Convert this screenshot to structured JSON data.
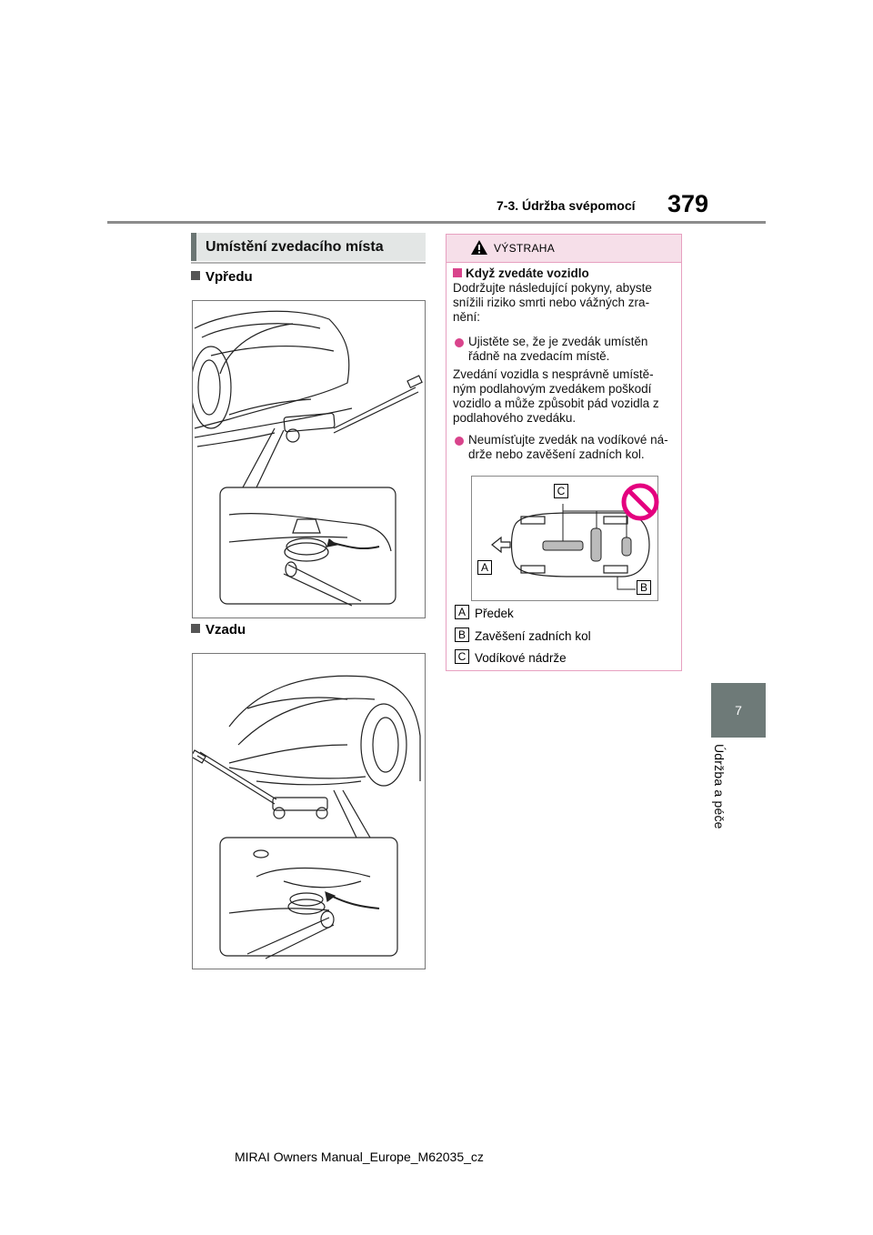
{
  "header": {
    "section": "7-3. Údržba svépomocí",
    "page_number": "379"
  },
  "side_tab": {
    "chapter": "7",
    "label": "Údržba a péče"
  },
  "section_title": "Umístění zvedacího místa",
  "front": {
    "heading": "Vpředu"
  },
  "rear": {
    "heading": "Vzadu"
  },
  "warning": {
    "title": "VÝSTRAHA",
    "subheading": "Když zvedáte vozidlo",
    "intro": "Dodržujte následující pokyny, abyste snížili riziko smrti nebo vážných zra-nění:",
    "bullet1": "Ujistěte se, že je zvedák umístěn řádně na zvedacím místě.",
    "para2": "Zvedání vozidla s nesprávně umístě-ným podlahovým zvedákem poškodí vozidlo a může způsobit pád vozidla z podlahového zvedáku.",
    "bullet2": "Neumísťujte zvedák na vodíkové ná-drže nebo zavěšení zadních kol.",
    "diagram_labels": {
      "a": "A",
      "b": "B",
      "c": "C"
    },
    "legend": [
      {
        "key": "A",
        "text": "Předek"
      },
      {
        "key": "B",
        "text": "Zavěšení zadních kol"
      },
      {
        "key": "C",
        "text": "Vodíkové nádrže"
      }
    ]
  },
  "footer": "MIRAI Owners Manual_Europe_M62035_cz",
  "colors": {
    "accent_pink": "#d9448c",
    "warning_bg": "#f6dfe9",
    "tab_gray": "#6e7a78",
    "prohibit_red": "#e4007f"
  }
}
